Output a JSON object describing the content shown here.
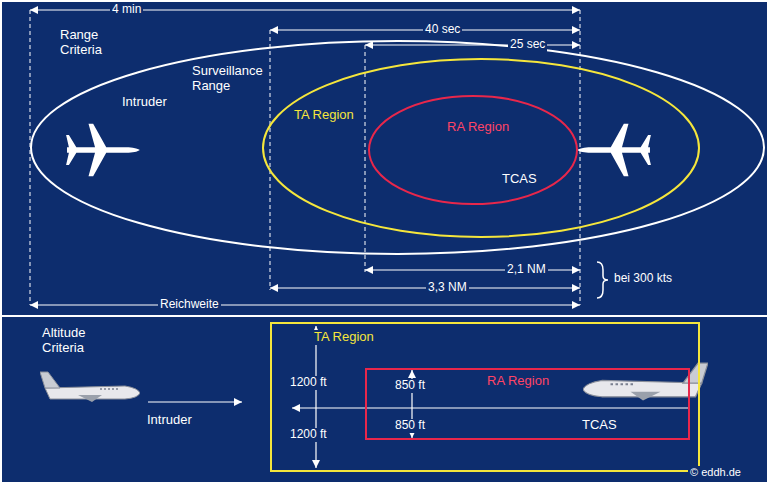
{
  "diagram": {
    "nodes": [
      {
        "text": [
          "Surveillance Range",
          "Intruder"
        ]
      },
      {
        "text": [
          "TA Region"
        ],
        "in": 0
      },
      {
        "text": [
          "RA Region",
          "TCAS"
        ],
        "in": 1
      },
      {
        "text": [
          "TA Region"
        ]
      },
      {
        "text": [
          "RA Region",
          "TCAS"
        ],
        "in": 3
      }
    ],
    "labels": [
      "Range Criteria",
      "4 min",
      "40 sec",
      "25 sec",
      "2,1 NM",
      "3,3 NM",
      "bei 300 kts",
      "Reichweite",
      "Altitude Criteria",
      "Intruder",
      "1200 ft",
      "850 ft",
      "850 ft",
      "1200 ft",
      "© eddh.de"
    ]
  }
}
